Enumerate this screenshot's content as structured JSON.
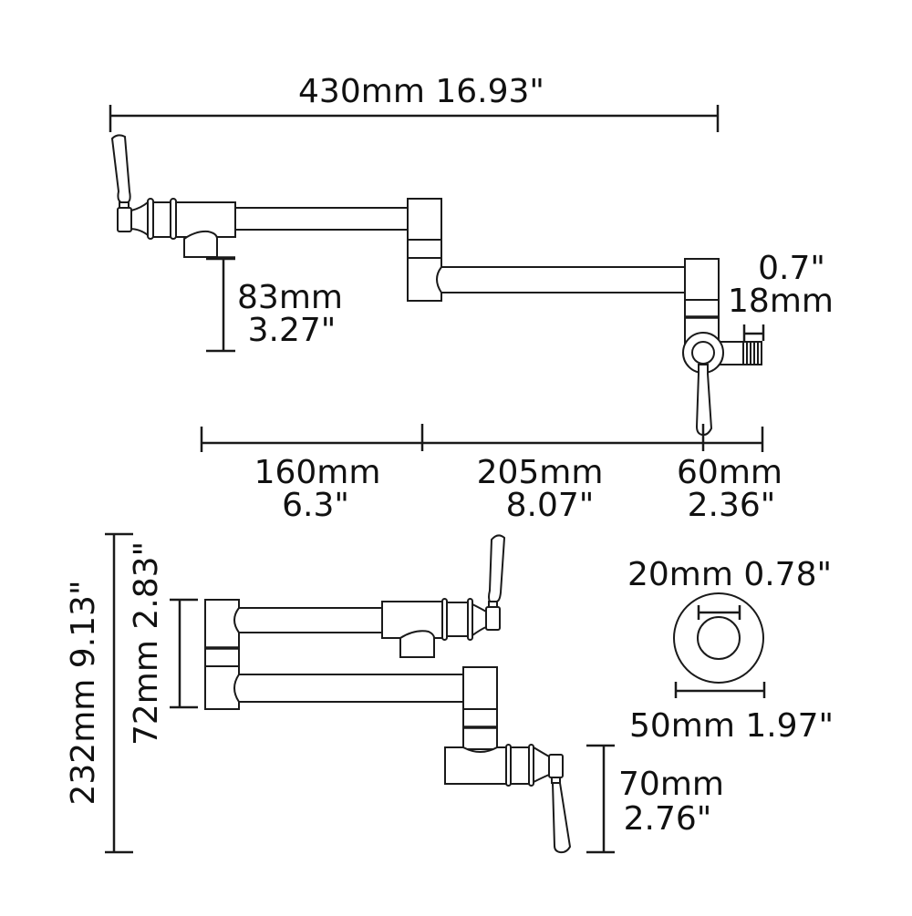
{
  "diagram": {
    "subject": "Wall-mount pot filler faucet technical drawing",
    "line_color": "#1a1a1a",
    "background": "#ffffff",
    "views": {
      "top_side_view": {
        "dimensions": {
          "overall_length": {
            "mm": "430mm",
            "inch": "16.93\"",
            "label": "430mm 16.93\""
          },
          "outlet_drop": {
            "mm": "83mm",
            "inch": "3.27\""
          },
          "thread_length": {
            "mm": "18mm",
            "inch": "0.7\""
          },
          "segment_1": {
            "mm": "160mm",
            "inch": "6.3\""
          },
          "segment_2": {
            "mm": "205mm",
            "inch": "8.07\""
          },
          "segment_3": {
            "mm": "60mm",
            "inch": "2.36\""
          }
        }
      },
      "folded_view": {
        "dimensions": {
          "overall_height": {
            "label": "232mm 9.13\""
          },
          "arm_spacing": {
            "label": "72mm 2.83\""
          },
          "valve_height": {
            "mm": "70mm",
            "inch": "2.76\""
          }
        }
      },
      "flange_view": {
        "dimensions": {
          "inner_diameter": {
            "label": "20mm 0.78\""
          },
          "outer_diameter": {
            "label": "50mm 1.97\""
          }
        }
      }
    }
  }
}
